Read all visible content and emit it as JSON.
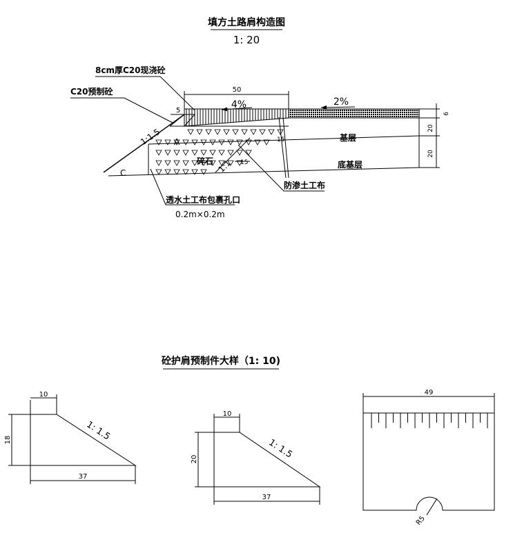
{
  "top": {
    "title": "填方土路肩构造图",
    "scale": "1: 20",
    "labels": {
      "cast_concrete": "8cm厚C20现浇砼",
      "precast_concrete": "C20预制砼",
      "dim_50": "50",
      "dim_5": "5",
      "slope_4": "4%",
      "slope_2": "2%",
      "slope_15": "1:1.5",
      "point_a": "A",
      "point_c": "C",
      "gravel": "碎石",
      "slope_11": "1:1",
      "dim_15a": "15",
      "dim_15b": "15",
      "base": "基层",
      "subbase": "底基层",
      "seep_cloth": "防渗土工布",
      "drain_cloth": "透水土工布包裹孔口",
      "hole_size": "0.2m×0.2m",
      "dim_6": "6",
      "dim_20a": "20",
      "dim_20b": "20"
    }
  },
  "detail": {
    "title": "砼护肩预制件大样（1: 10)",
    "left": {
      "top": "10",
      "height": "18",
      "slope": "1: 1.5",
      "bottom": "37"
    },
    "middle": {
      "top": "10",
      "height": "20",
      "slope": "1: 1.5",
      "bottom": "37"
    },
    "right": {
      "width": "49",
      "radius": "R5"
    }
  }
}
